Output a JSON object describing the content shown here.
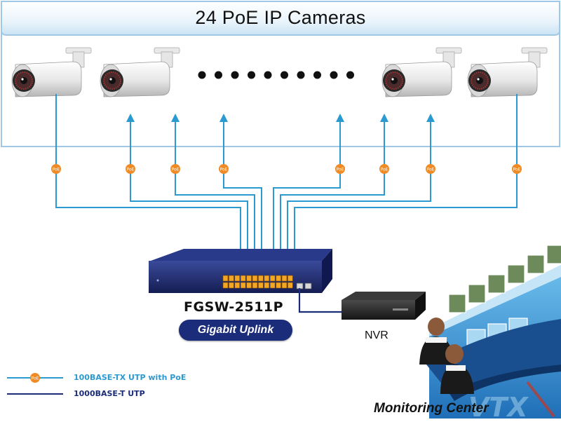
{
  "header": {
    "title": "24 PoE IP Cameras"
  },
  "ellipsis_dots": 10,
  "poe_badge": {
    "text": "PoE"
  },
  "switch": {
    "model": "FGSW-2511P",
    "uplink_label": "Gigabit Uplink"
  },
  "nvr": {
    "label": "NVR"
  },
  "monitoring": {
    "label": "Monitoring Center"
  },
  "legend": [
    {
      "label": "100BASE-TX UTP with PoE",
      "type": "poe"
    },
    {
      "label": "1000BASE-T UTP",
      "type": "gigabit"
    }
  ],
  "colors": {
    "poe_line": "#2a9ad0",
    "gigabit_line": "#1b2d7a",
    "poe_badge": "#f08a24",
    "switch_body": "#1f2b6e",
    "port": "#f2a623",
    "frame_border": "#9fc8e6"
  }
}
